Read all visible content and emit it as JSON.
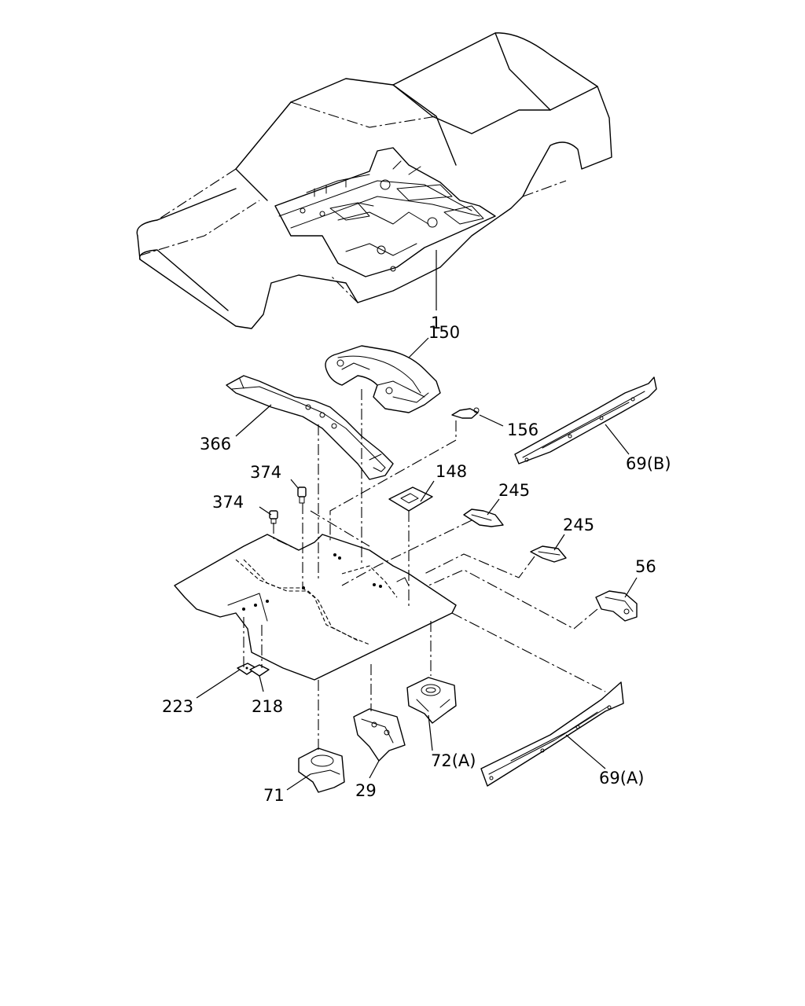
{
  "diagram": {
    "labels": {
      "p1": "1",
      "p150": "150",
      "p366": "366",
      "p156": "156",
      "p69b": "69(B)",
      "p374a": "374",
      "p374b": "374",
      "p148": "148",
      "p245a": "245",
      "p245b": "245",
      "p56": "56",
      "p223": "223",
      "p218": "218",
      "p72a": "72(A)",
      "p69a": "69(A)",
      "p71": "71",
      "p29": "29"
    }
  }
}
